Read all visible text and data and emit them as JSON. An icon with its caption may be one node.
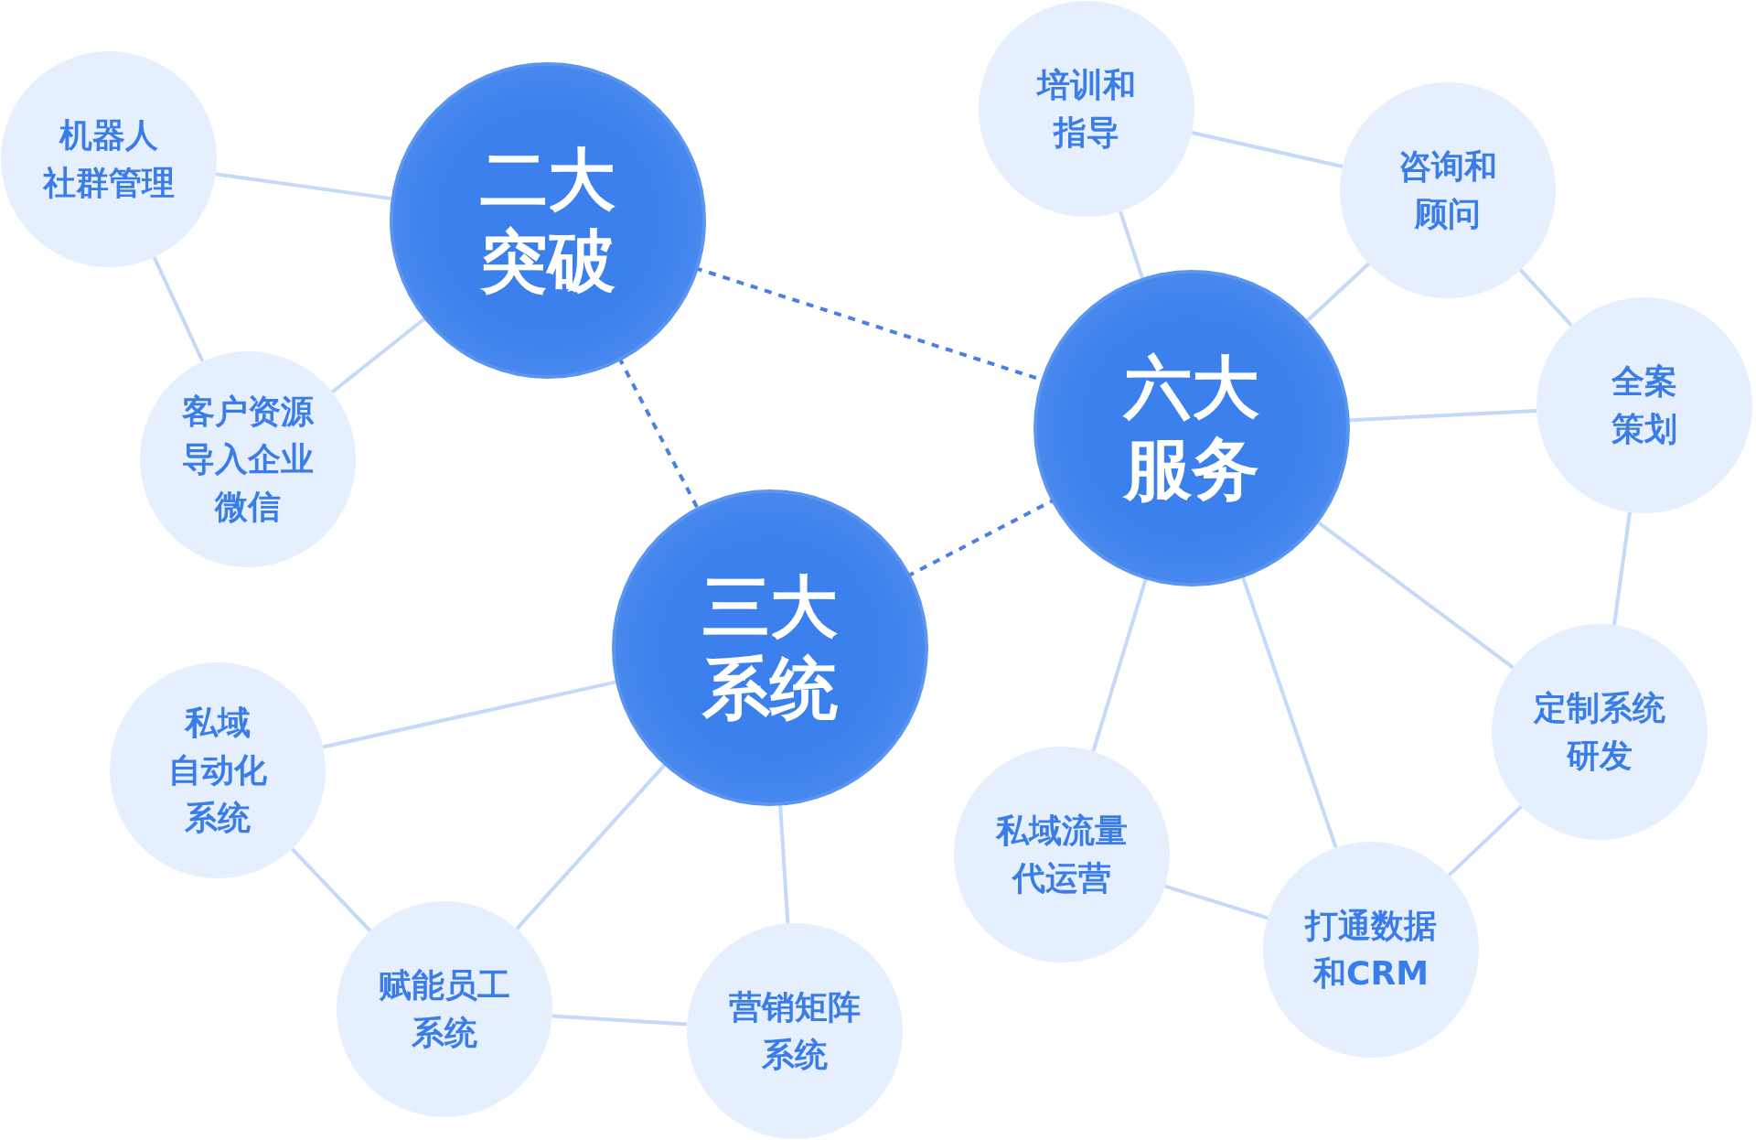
{
  "diagram": {
    "nodes": [
      {
        "text": [
          "二大突破"
        ]
      },
      {
        "text": [
          "六大服务"
        ]
      },
      {
        "text": [
          "三大系统"
        ]
      },
      {
        "text": [
          "机器人社群管理"
        ]
      },
      {
        "text": [
          "客户资源导入企业微信"
        ]
      },
      {
        "text": [
          "培训和指导"
        ]
      },
      {
        "text": [
          "咨询和顾问"
        ]
      },
      {
        "text": [
          "全案策划"
        ]
      },
      {
        "text": [
          "定制系统研发"
        ]
      },
      {
        "text": [
          "打通数据和CRM"
        ]
      },
      {
        "text": [
          "私域流量代运营"
        ]
      },
      {
        "text": [
          "私域自动化系统"
        ]
      },
      {
        "text": [
          "赋能员工系统"
        ]
      },
      {
        "text": [
          "营销矩阵系统"
        ]
      }
    ],
    "edges": [
      {
        "from": 0,
        "to": 1,
        "arrow": "none",
        "style": "dashed",
        "color": "#4a7fe6"
      },
      {
        "from": 0,
        "to": 2,
        "arrow": "none",
        "style": "dashed",
        "color": "#4a7fe6"
      },
      {
        "from": 2,
        "to": 1,
        "arrow": "none",
        "style": "dashed",
        "color": "#4a7fe6"
      },
      {
        "from": 3,
        "to": 0,
        "arrow": "none"
      },
      {
        "from": 3,
        "to": 4,
        "arrow": "none"
      },
      {
        "from": 4,
        "to": 0,
        "arrow": "none"
      },
      {
        "from": 5,
        "to": 1,
        "arrow": "none"
      },
      {
        "from": 5,
        "to": 6,
        "arrow": "none"
      },
      {
        "from": 6,
        "to": 1,
        "arrow": "none"
      },
      {
        "from": 6,
        "to": 7,
        "arrow": "none"
      },
      {
        "from": 7,
        "to": 1,
        "arrow": "none"
      },
      {
        "from": 7,
        "to": 8,
        "arrow": "none"
      },
      {
        "from": 8,
        "to": 1,
        "arrow": "none"
      },
      {
        "from": 8,
        "to": 9,
        "arrow": "none"
      },
      {
        "from": 9,
        "to": 1,
        "arrow": "none"
      },
      {
        "from": 9,
        "to": 10,
        "arrow": "none"
      },
      {
        "from": 10,
        "to": 1,
        "arrow": "none"
      },
      {
        "from": 11,
        "to": 2,
        "arrow": "none"
      },
      {
        "from": 11,
        "to": 12,
        "arrow": "none"
      },
      {
        "from": 12,
        "to": 2,
        "arrow": "none"
      },
      {
        "from": 12,
        "to": 13,
        "arrow": "none"
      },
      {
        "from": 13,
        "to": 2,
        "arrow": "none"
      }
    ]
  }
}
